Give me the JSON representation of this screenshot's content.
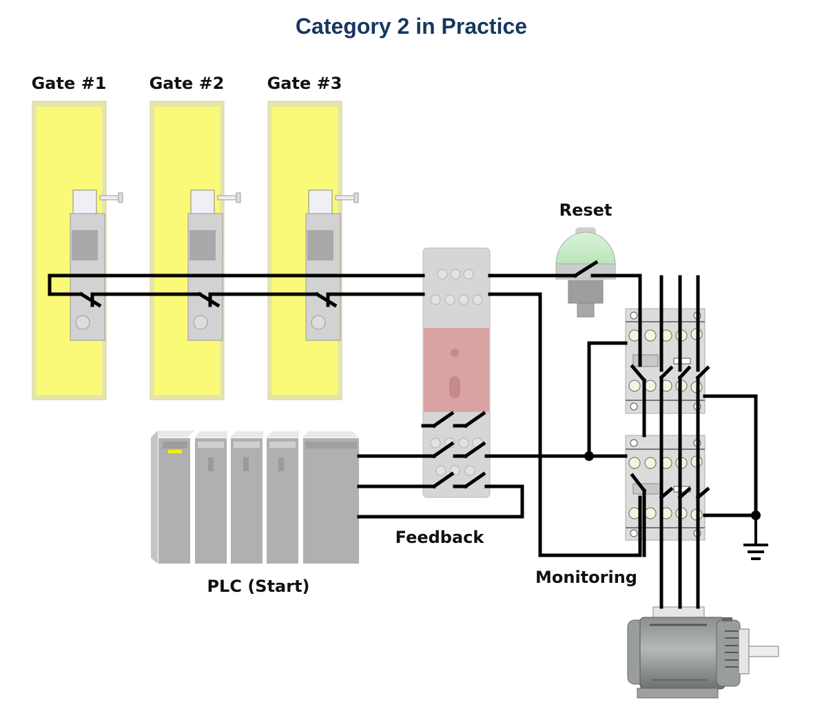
{
  "title": "Category 2 in Practice",
  "gates": [
    {
      "label": "Gate #1"
    },
    {
      "label": "Gate #2"
    },
    {
      "label": "Gate #3"
    }
  ],
  "labels": {
    "reset": "Reset",
    "plc": "PLC (Start)",
    "feedback": "Feedback",
    "monitoring": "Monitoring"
  },
  "colors": {
    "title": "#17375e",
    "gate_panel": "#fbfa78",
    "safety_relay_red": "#d9a3a3",
    "reset_button": "#c8eec8",
    "device_gray": "#d4d4d4",
    "wire": "#000000"
  },
  "components": {
    "interlock_switches": 3,
    "safety_relay": 1,
    "reset_button": 1,
    "contactors": 2,
    "plc_modules": 5,
    "motor": 1,
    "ground": 1
  }
}
